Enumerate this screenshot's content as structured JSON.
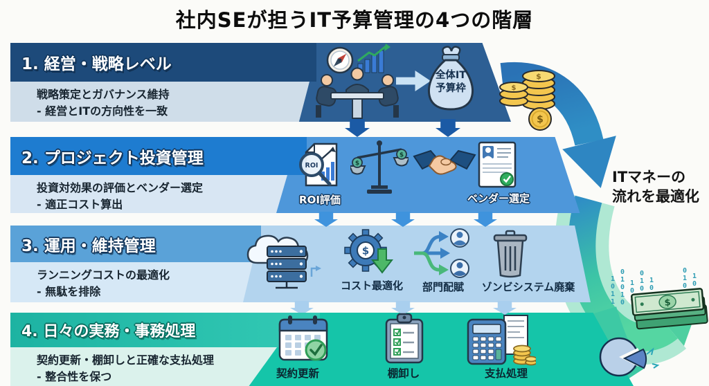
{
  "title": "社内SEが担うIT予算管理の4つの階層",
  "flow_note": {
    "line1": "ITマネーの",
    "line2": "流れを最適化"
  },
  "budget_bag": {
    "line1": "全体IT",
    "line2": "予算枠"
  },
  "currency_symbol": "$",
  "levels": [
    {
      "heading": "1. 経営・戦略レベル",
      "desc1": "戦略策定とガバナンス維持",
      "desc2": "- 経営とITの方向性を一致",
      "icons": [
        "compass-icon",
        "growth-chart-icon",
        "meeting-icon",
        "flow-arrow-icon",
        "money-bag-icon"
      ],
      "colors": {
        "header": "#1d4a7a",
        "zone": "#2d5f94",
        "body": "#cfdde9"
      }
    },
    {
      "heading": "2. プロジェクト投資管理",
      "desc1": "投資対効果の評価とベンダー選定",
      "desc2": "- 適正コスト算出",
      "roi_text": "ROI",
      "labels": [
        "ROI評価",
        "ベンダー選定"
      ],
      "icons": [
        "roi-magnifier-icon",
        "balance-scale-icon",
        "handshake-icon",
        "vendor-contract-icon"
      ],
      "colors": {
        "header": "#1e7cd0",
        "zone": "#4e97da",
        "body": "#d8e6f3"
      }
    },
    {
      "heading": "3. 運用・維持管理",
      "desc1": "ランニングコストの最適化",
      "desc2": "- 無駄を排除",
      "labels": [
        "コスト最適化",
        "部門配賦",
        "ゾンビシステム廃棄"
      ],
      "icons": [
        "cloud-server-icon",
        "gear-dollar-icon",
        "allocation-icon",
        "trash-icon"
      ],
      "colors": {
        "header": "#5aa2d8",
        "zone": "#b3d4ee",
        "body": "#d6e8f6"
      }
    },
    {
      "heading": "4. 日々の実務・事務処理",
      "desc1": "契約更新・棚卸しと正確な支払処理",
      "desc2": "- 整合性を保つ",
      "labels": [
        "契約更新",
        "棚卸し",
        "支払処理"
      ],
      "icons": [
        "calendar-check-icon",
        "inventory-clipboard-icon",
        "calculator-receipt-coins-icon"
      ],
      "colors": {
        "header": "#22bba8",
        "zone": "#15c5a9",
        "body": "#dbf2ec"
      }
    }
  ],
  "decorations": {
    "coins": "coin-stack-icon",
    "binary_pattern": "0 1 0 1",
    "money": "banknote-icon",
    "pie": "pie-chart-icon",
    "flow_arrow_gradient": [
      "#2a72b5",
      "#2f9ec5",
      "#3cc4a6",
      "#55d6a2"
    ]
  }
}
